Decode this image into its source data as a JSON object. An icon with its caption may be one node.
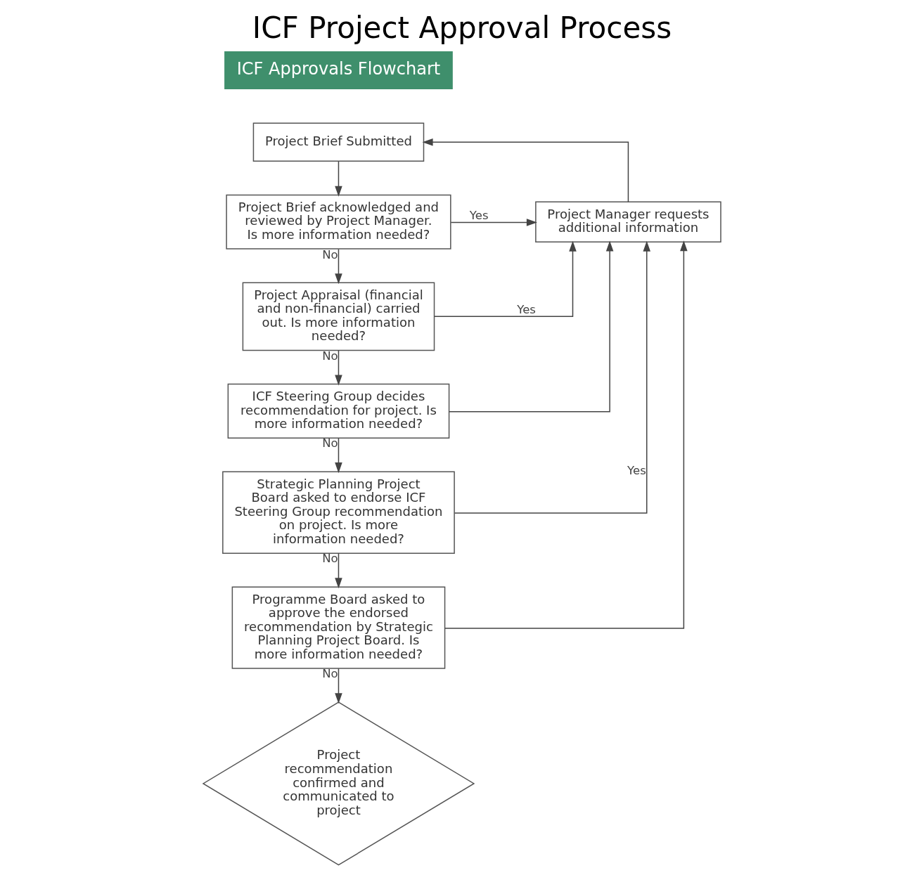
{
  "diagram": {
    "title": "ICF Project Approval Process",
    "nodes": [
      {
        "text": [
          "Project Brief Submitted"
        ]
      },
      {
        "text": [
          "Project Brief acknowledged and reviewed by Project Manager.  Is more information needed?"
        ]
      },
      {
        "text": [
          "Project Appraisal (financial and non-financial) carried out. Is more information needed?"
        ]
      },
      {
        "text": [
          "ICF Steering Group decides recommendation for project. Is more information needed?"
        ]
      },
      {
        "text": [
          "Strategic Planning Project Board asked to endorse ICF Steering Group recommendation on project. Is more information needed?"
        ]
      },
      {
        "text": [
          "Programme Board asked to approve the endorsed recommendation by Strategic Planning Project Board. Is more information needed?"
        ]
      },
      {
        "text": [
          "Project recommendation confirmed and communicated to project"
        ]
      },
      {
        "text": [
          "Project Manager requests additional information"
        ]
      }
    ],
    "edges": [
      {
        "from": 0,
        "to": 1,
        "arrow": "to"
      },
      {
        "from": 1,
        "to": 2,
        "arrow": "to",
        "label": "No"
      },
      {
        "from": 2,
        "to": 3,
        "arrow": "to",
        "label": "No"
      },
      {
        "from": 3,
        "to": 4,
        "arrow": "to",
        "label": "No"
      },
      {
        "from": 4,
        "to": 5,
        "arrow": "to",
        "label": "No"
      },
      {
        "from": 5,
        "to": 6,
        "arrow": "to",
        "label": "No"
      },
      {
        "from": 1,
        "to": 7,
        "arrow": "to",
        "label": "Yes"
      },
      {
        "from": 2,
        "to": 7,
        "arrow": "to",
        "label": "Yes"
      },
      {
        "from": 3,
        "to": 7,
        "arrow": "to"
      },
      {
        "from": 4,
        "to": 7,
        "arrow": "to",
        "label": "Yes"
      },
      {
        "from": 5,
        "to": 7,
        "arrow": "to"
      },
      {
        "from": 7,
        "to": 0,
        "arrow": "to"
      }
    ],
    "labels": [
      "ICF Approvals Flowchart"
    ]
  }
}
